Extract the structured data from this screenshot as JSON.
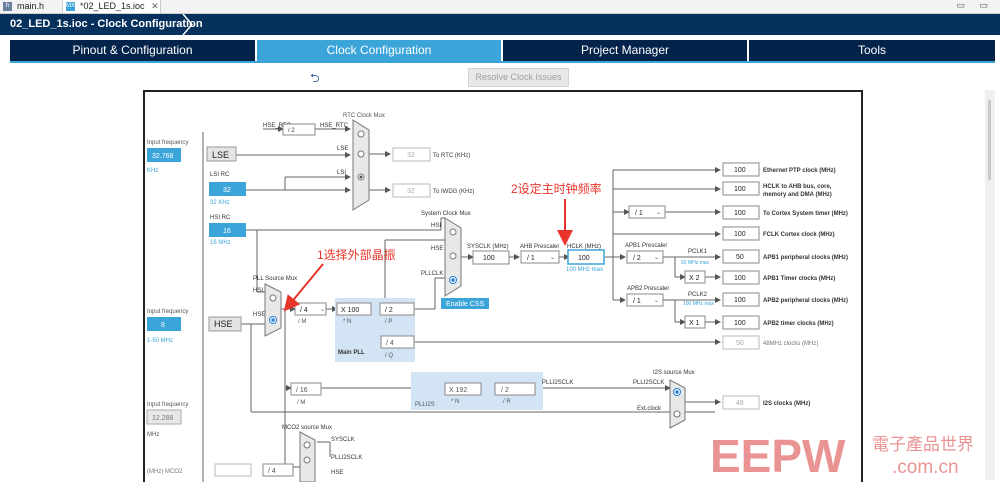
{
  "editor_tabs": [
    {
      "label": "main.h",
      "icon": "c-header-file-icon"
    },
    {
      "label": "*02_LED_1s.ioc",
      "icon": "mx-ioc-file-icon"
    }
  ],
  "window_controls": "▭ ▭",
  "title": "02_LED_1s.ioc - Clock Configuration",
  "nav_tabs": [
    "Pinout & Configuration",
    "Clock Configuration",
    "Project Manager",
    "Tools"
  ],
  "selected_tab": "Clock Configuration",
  "toolbar": {
    "undo_glyph": "⮌",
    "resolve_label": "Resolve Clock Issues"
  },
  "colors": {
    "accent": "#3ba4d9",
    "navy": "#03234b",
    "titlebar": "#05315c",
    "annotation": "#e8352b"
  },
  "annotations": {
    "a1": "1选择外部晶振",
    "a2": "2设定主时钟频率"
  },
  "diagram": {
    "input_freq_label": "Input frequency",
    "lse_value": "32.768",
    "lse_unit": "KHz",
    "lse_label": "LSE",
    "lsi_rc_label": "LSI RC",
    "lsi_value": "32",
    "lsi_unit": "32 KHz",
    "hsi_rc_label": "HSI RC",
    "hsi_value": "16",
    "hsi_unit": "16 MHz",
    "hse_input_label": "Input frequency",
    "hse_value": "8",
    "hse_range": "1-50 MHz",
    "hse_label": "HSE",
    "i2s_input_label": "Input frequency",
    "i2s_value": "12.288",
    "i2s_unit": "MHz",
    "rtc_mux": "RTC Clock Mux",
    "hse_div": "/ 2",
    "hse_rtc": "HSE_RTC",
    "lse_line": "LSE",
    "lsi_line": "LSI",
    "rtc_out": "32",
    "rtc_label": "To RTC (KHz)",
    "iwdg_out": "32",
    "iwdg_label": "To IWDG (KHz)",
    "sysmux": "System Clock Mux",
    "hsi": "HSI",
    "hse": "HSE",
    "pllclk": "PLLCLK",
    "enable_css": "Enable CSS",
    "pll_source_mux": "PLL Source Mux",
    "pll_hsi": "HSI",
    "pll_hse": "HSE",
    "div_m": "/ 4",
    "m_label": "/ M",
    "mul_n": "X 100",
    "n_label": "* N",
    "div_p": "/ 2",
    "p_label": "/ P",
    "div_q": "/ 4",
    "q_label": "/ Q",
    "main_pll": "Main PLL",
    "sysclk_label": "SYSCLK (MHz)",
    "sysclk": "100",
    "ahb_label": "AHB Prescaler",
    "ahb": "/ 1",
    "hclk_label": "HCLK (MHz)",
    "hclk": "100",
    "hclk_max": "100 MHz max",
    "apb1_label": "APB1 Prescaler",
    "apb1": "/ 2",
    "pclk1": "PCLK1",
    "pclk1_max": "50 MHz max",
    "apb2_label": "APB2 Prescaler",
    "apb2": "/ 1",
    "pclk2": "PCLK2",
    "pclk2_max": "100 MHz max",
    "x2": "X 2",
    "x1": "X 1",
    "cortex_div": "/ 1",
    "outputs": [
      {
        "value": "100",
        "label": "Ethernet PTP clock (MHz)"
      },
      {
        "value": "100",
        "label": "HCLK to AHB bus, core,"
      },
      {
        "value": "100",
        "label": "To Cortex System timer (MHz)"
      },
      {
        "value": "100",
        "label": "FCLK Cortex clock (MHz)"
      },
      {
        "value": "50",
        "label": "APB1 peripheral clocks (MHz)"
      },
      {
        "value": "100",
        "label": "APB1 Timer clocks (MHz)"
      },
      {
        "value": "100",
        "label": "APB2 peripheral clocks (MHz)"
      },
      {
        "value": "100",
        "label": "APB2 timer clocks (MHz)"
      },
      {
        "value": "50",
        "label": "48MHz clocks (MHz)"
      },
      {
        "value": "48",
        "label": "I2S clocks (MHz)"
      }
    ],
    "hclk_label2": "memory and DMA (MHz)",
    "i2s_div_m": "/ 16",
    "i2s_m": "/ M",
    "plli2s_n": "X 192",
    "plli2s_nl": "* N",
    "plli2s_r": "/ 2",
    "plli2s_rl": "/ R",
    "plli2s": "PLLI2S",
    "plli2sclk": "PLLI2SCLK",
    "i2s_mux": "I2S source Mux",
    "plli2sclk2": "PLLI2SCLK",
    "ext_clock": "Ext.clock",
    "mco2_mux": "MCO2 source Mux",
    "mco2_sysclk": "SYSCLK",
    "mco2_plli2s": "PLLI2SCLK",
    "mco2_hse": "HSE",
    "mco2_out": "(MHz) MCO2",
    "mco2_div": "/ 4"
  },
  "watermark": {
    "brand": "EEPW",
    "cn": "電子產品世界",
    "url": ".com.cn"
  }
}
